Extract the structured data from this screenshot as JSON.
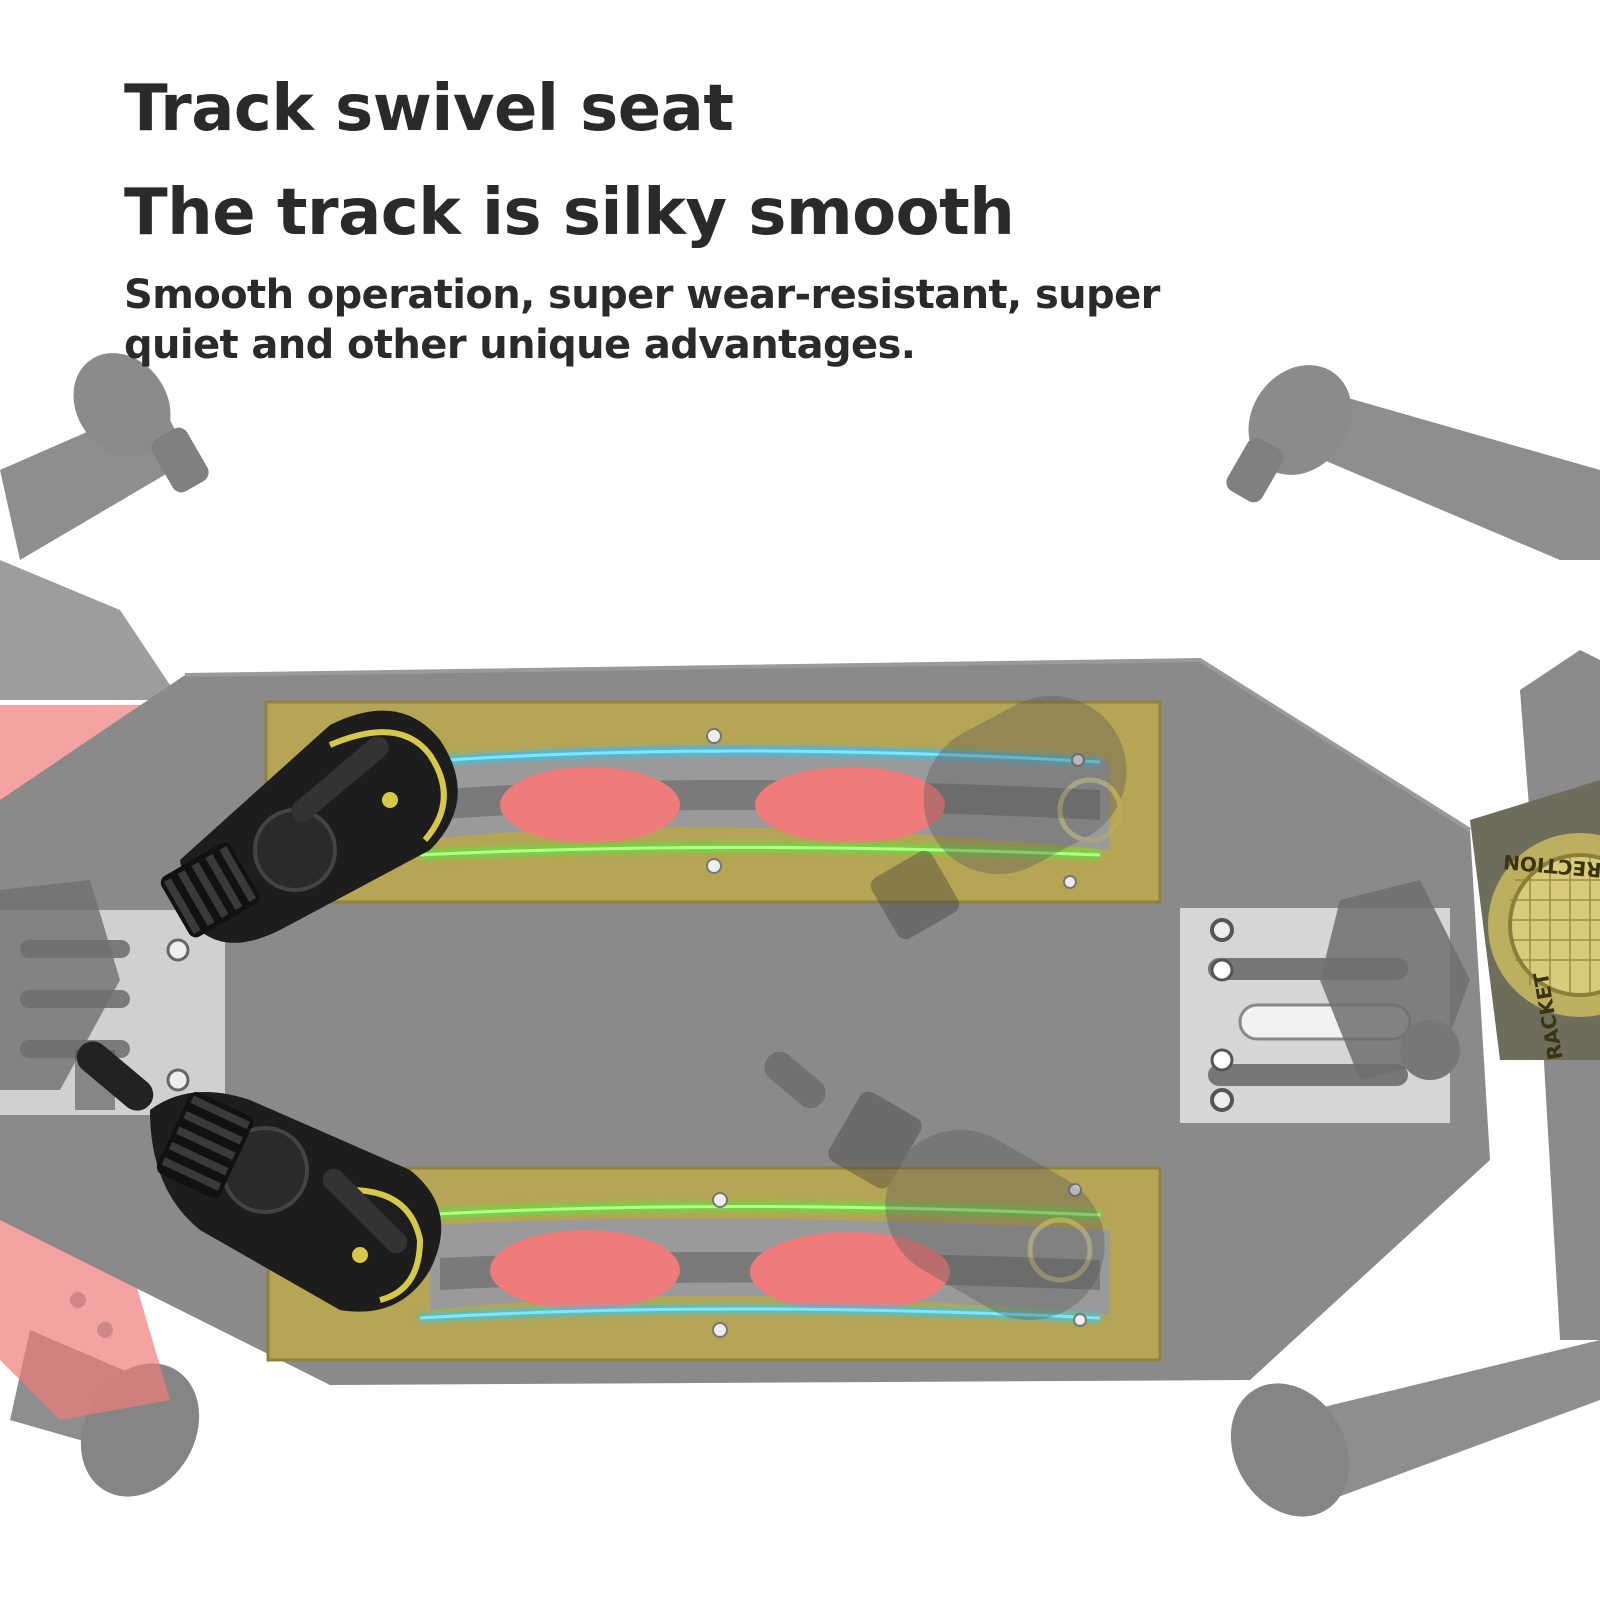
{
  "headline": {
    "line1": "Track swivel seat",
    "line2": "The track is silky smooth"
  },
  "subheadline": "Smooth operation, super wear-resistant, super quiet and other unique advantages.",
  "product_mark": {
    "text_top": "DIRECTION",
    "text_bottom": "RACKET"
  },
  "colors": {
    "text": "#2a2a2a",
    "frame": "#6b6b6b",
    "plate": "#8a8a8a",
    "track": "#b5a555",
    "rail_blue": "#33c7e8",
    "rail_green": "#5fe23a",
    "pad_red": "#f07b7b",
    "accent_yellow": "#d7c84a"
  }
}
